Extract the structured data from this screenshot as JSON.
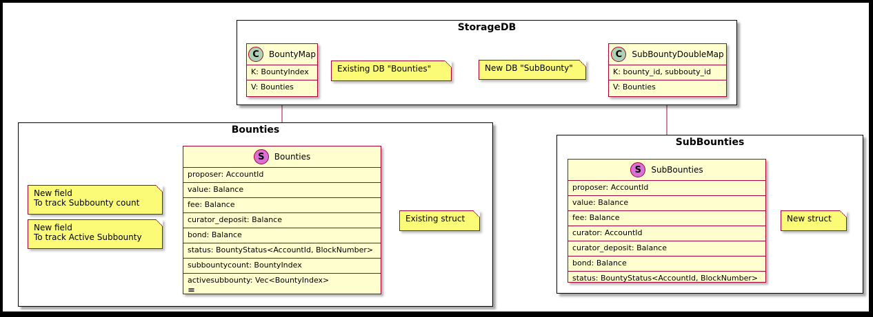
{
  "packages": {
    "storagedb": {
      "title": "StorageDB"
    },
    "bounties": {
      "title": "Bounties"
    },
    "subbounties": {
      "title": "SubBounties"
    }
  },
  "classes": {
    "bountymap": {
      "glyph": "C",
      "name": "BountyMap",
      "rows": [
        "K: BountyIndex",
        "V: Bounties"
      ]
    },
    "subbountydoublemap": {
      "glyph": "C",
      "name": "SubBountyDoubleMap",
      "rows": [
        "K: bounty_id, subbouty_id",
        "V: Bounties"
      ]
    },
    "bounties": {
      "glyph": "S",
      "name": "Bounties",
      "rows": [
        "proposer: AccountId",
        "value: Balance",
        "fee: Balance",
        "curator_deposit: Balance",
        "bond: Balance",
        "status: BountyStatus<AccountId, BlockNumber>",
        "subbountycount: BountyIndex",
        "activesubbounty: Vec<BountyIndex>"
      ],
      "trailing_mark": "="
    },
    "subbounties": {
      "glyph": "S",
      "name": "SubBounties",
      "rows": [
        "proposer: AccountId",
        "value: Balance",
        "fee: Balance",
        "curator: AccountId",
        "curator_deposit: Balance",
        "bond: Balance",
        "status: BountyStatus<AccountId, BlockNumber>"
      ]
    }
  },
  "notes": {
    "existing_db": "Existing DB \"Bounties\"",
    "new_db": "New DB \"SubBounty\"",
    "existing_struct": "Existing struct",
    "new_struct": "New struct",
    "subbounty_count": [
      "New field",
      "To track Subbounty count"
    ],
    "active_subbounty": [
      "New field",
      "To track Active Subbounty"
    ]
  },
  "colors": {
    "class_fill": "#fefece",
    "class_border": "#a80036",
    "note_fill": "#fbfb77",
    "class_glyph": "#add1b2",
    "struct_glyph": "#da70d6"
  }
}
